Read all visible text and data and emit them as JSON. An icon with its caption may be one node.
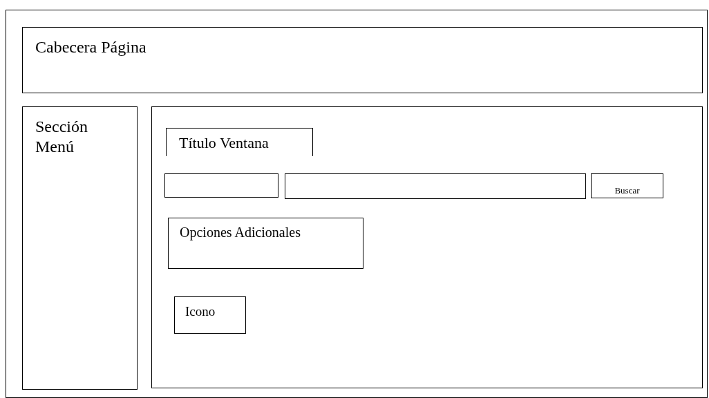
{
  "diagram": {
    "nodes": [
      {
        "text": [],
        "shape": "box"
      },
      {
        "text": [
          "Cabecera Página"
        ],
        "in": 0
      },
      {
        "text": [
          "Sección Menú"
        ],
        "in": 0
      },
      {
        "text": [],
        "shape": "box",
        "in": 0
      },
      {
        "text": [
          "Título Ventana"
        ],
        "in": 3
      },
      {
        "text": [],
        "shape": "box",
        "in": 3
      },
      {
        "text": [],
        "shape": "box",
        "in": 3
      },
      {
        "text": [
          "Buscar"
        ],
        "in": 3
      },
      {
        "text": [
          "Opciones Adicionales"
        ],
        "in": 3
      },
      {
        "text": [
          "Icono"
        ],
        "in": 3
      }
    ]
  }
}
